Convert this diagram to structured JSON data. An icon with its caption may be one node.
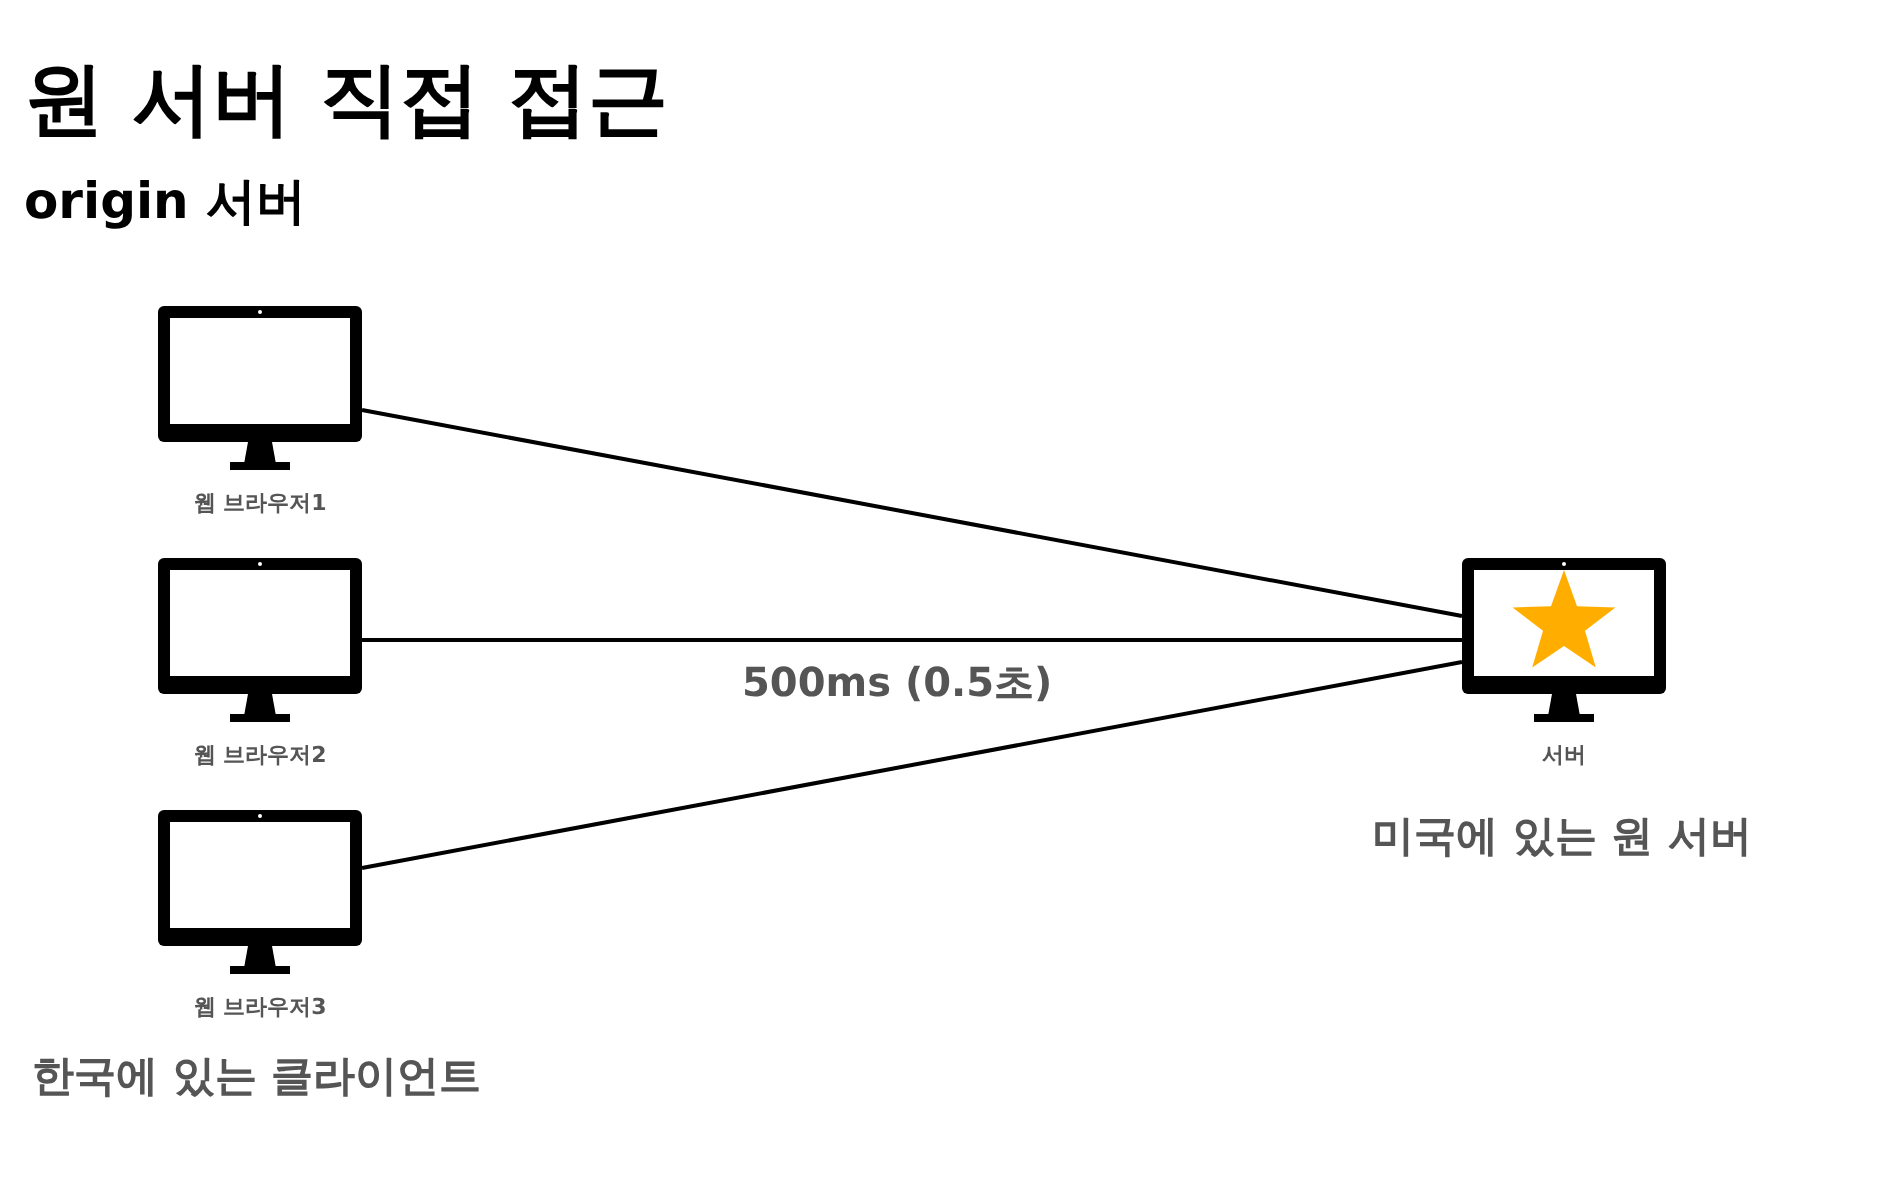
{
  "diagram": {
    "title": "원 서버 직접 접근",
    "nodes": [
      {
        "text": [
          "웹 브라우저1"
        ]
      },
      {
        "text": [
          "웹 브라우저2"
        ]
      },
      {
        "text": [
          "웹 브라우저3"
        ]
      },
      {
        "text": [
          "서버"
        ]
      }
    ],
    "edges": [
      {
        "from": 0,
        "to": 3,
        "arrow": "none"
      },
      {
        "from": 1,
        "to": 3,
        "arrow": "none",
        "label": "500ms (0.5초)"
      },
      {
        "from": 2,
        "to": 3,
        "arrow": "none"
      }
    ],
    "labels": [
      "origin 서버",
      "한국에 있는 클라이언트",
      "미국에 있는 원 서버"
    ]
  }
}
